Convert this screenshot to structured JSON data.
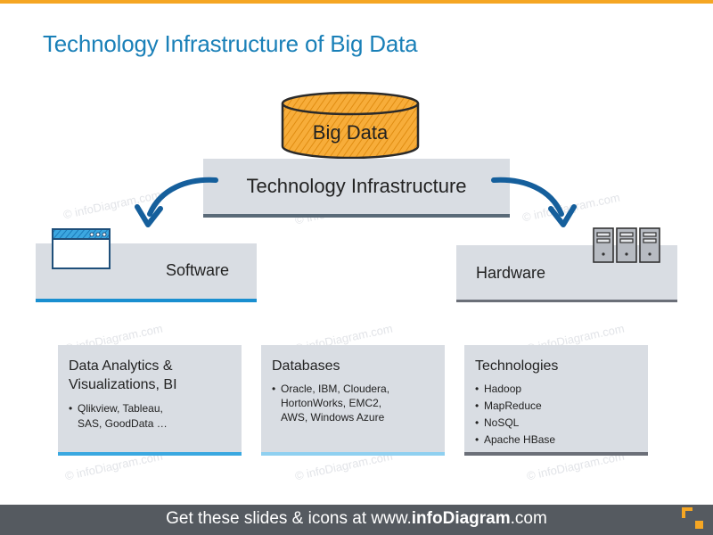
{
  "title": "Technology Infrastructure of Big Data",
  "watermark": "© infoDiagram.com",
  "center": {
    "database_label": "Big Data",
    "infrastructure_label": "Technology Infrastructure"
  },
  "branches": {
    "software": {
      "label": "Software",
      "icon": "browser-window-icon"
    },
    "hardware": {
      "label": "Hardware",
      "icon": "server-tower-icon"
    }
  },
  "cards": [
    {
      "title_line1": "Data Analytics &",
      "title_line2": "Visualizations, BI",
      "items": [
        "Qlikview,  Tableau,",
        "SAS,  GoodData …"
      ]
    },
    {
      "title_line1": "Databases",
      "items": [
        "Oracle,  IBM, Cloudera,",
        "HortonWorks,   EMC2,",
        "AWS,  Windows  Azure"
      ]
    },
    {
      "title_line1": "Technologies",
      "items": [
        "Hadoop",
        "MapReduce",
        "NoSQL",
        "Apache  HBase"
      ]
    }
  ],
  "footer": {
    "text_before": "Get these slides & icons at www.",
    "text_brand": "infoDiagram",
    "text_after": ".com"
  },
  "colors": {
    "accent_orange": "#f5a623",
    "title_blue": "#1a80b8",
    "software_blue": "#1a8fd0",
    "hardware_gray": "#6b6f78",
    "arrow_blue": "#155f9c",
    "box_gray": "#d9dde3"
  }
}
